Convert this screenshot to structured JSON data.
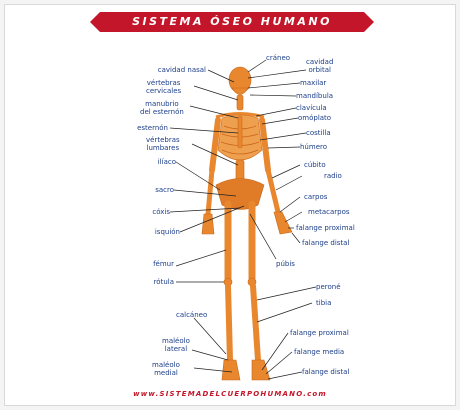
{
  "title": "SISTEMA ÓSEO HUMANO",
  "footer": "www.SISTEMADELCUERPOHUMANO.com",
  "colors": {
    "banner": "#c4162a",
    "bone": "#e8872e",
    "label": "#1c3e8a",
    "leader": "#222222"
  },
  "labels": {
    "craneo": "cráneo",
    "cavidad_orbital": "cavidad\norbital",
    "cavidad_nasal": "cavidad nasal",
    "maxilar": "maxilar",
    "vertebras_cervicales": "vértebras\ncervicales",
    "mandibula": "mandíbula",
    "clavicula": "clavícula",
    "manubrio": "manubrio\ndel esternón",
    "omoplato": "omóplato",
    "esternon": "esternón",
    "costilla": "costilla",
    "vertebras_lumbares": "vértebras\nlumbares",
    "humero": "húmero",
    "iliaco": "ilíaco",
    "cubito": "cúbito",
    "radio": "radio",
    "sacro": "sacro",
    "carpos": "carpos",
    "coxis": "cóxis",
    "metacarpos": "metacarpos",
    "isquion": "isquión",
    "falange_proximal_mano": "falange proximal",
    "falange_distal_mano": "falange distal",
    "femur": "fémur",
    "pubis": "púbis",
    "rotula": "rótula",
    "perone": "peroné",
    "tibia": "tibia",
    "calcaneo": "calcáneo",
    "falange_proximal_pie": "falange proximal",
    "maleolo_lateral": "maléolo\nlateral",
    "falange_media_pie": "falange media",
    "maleolo_medial": "maléolo\nmedial",
    "falange_distal_pie": "falange distal"
  }
}
